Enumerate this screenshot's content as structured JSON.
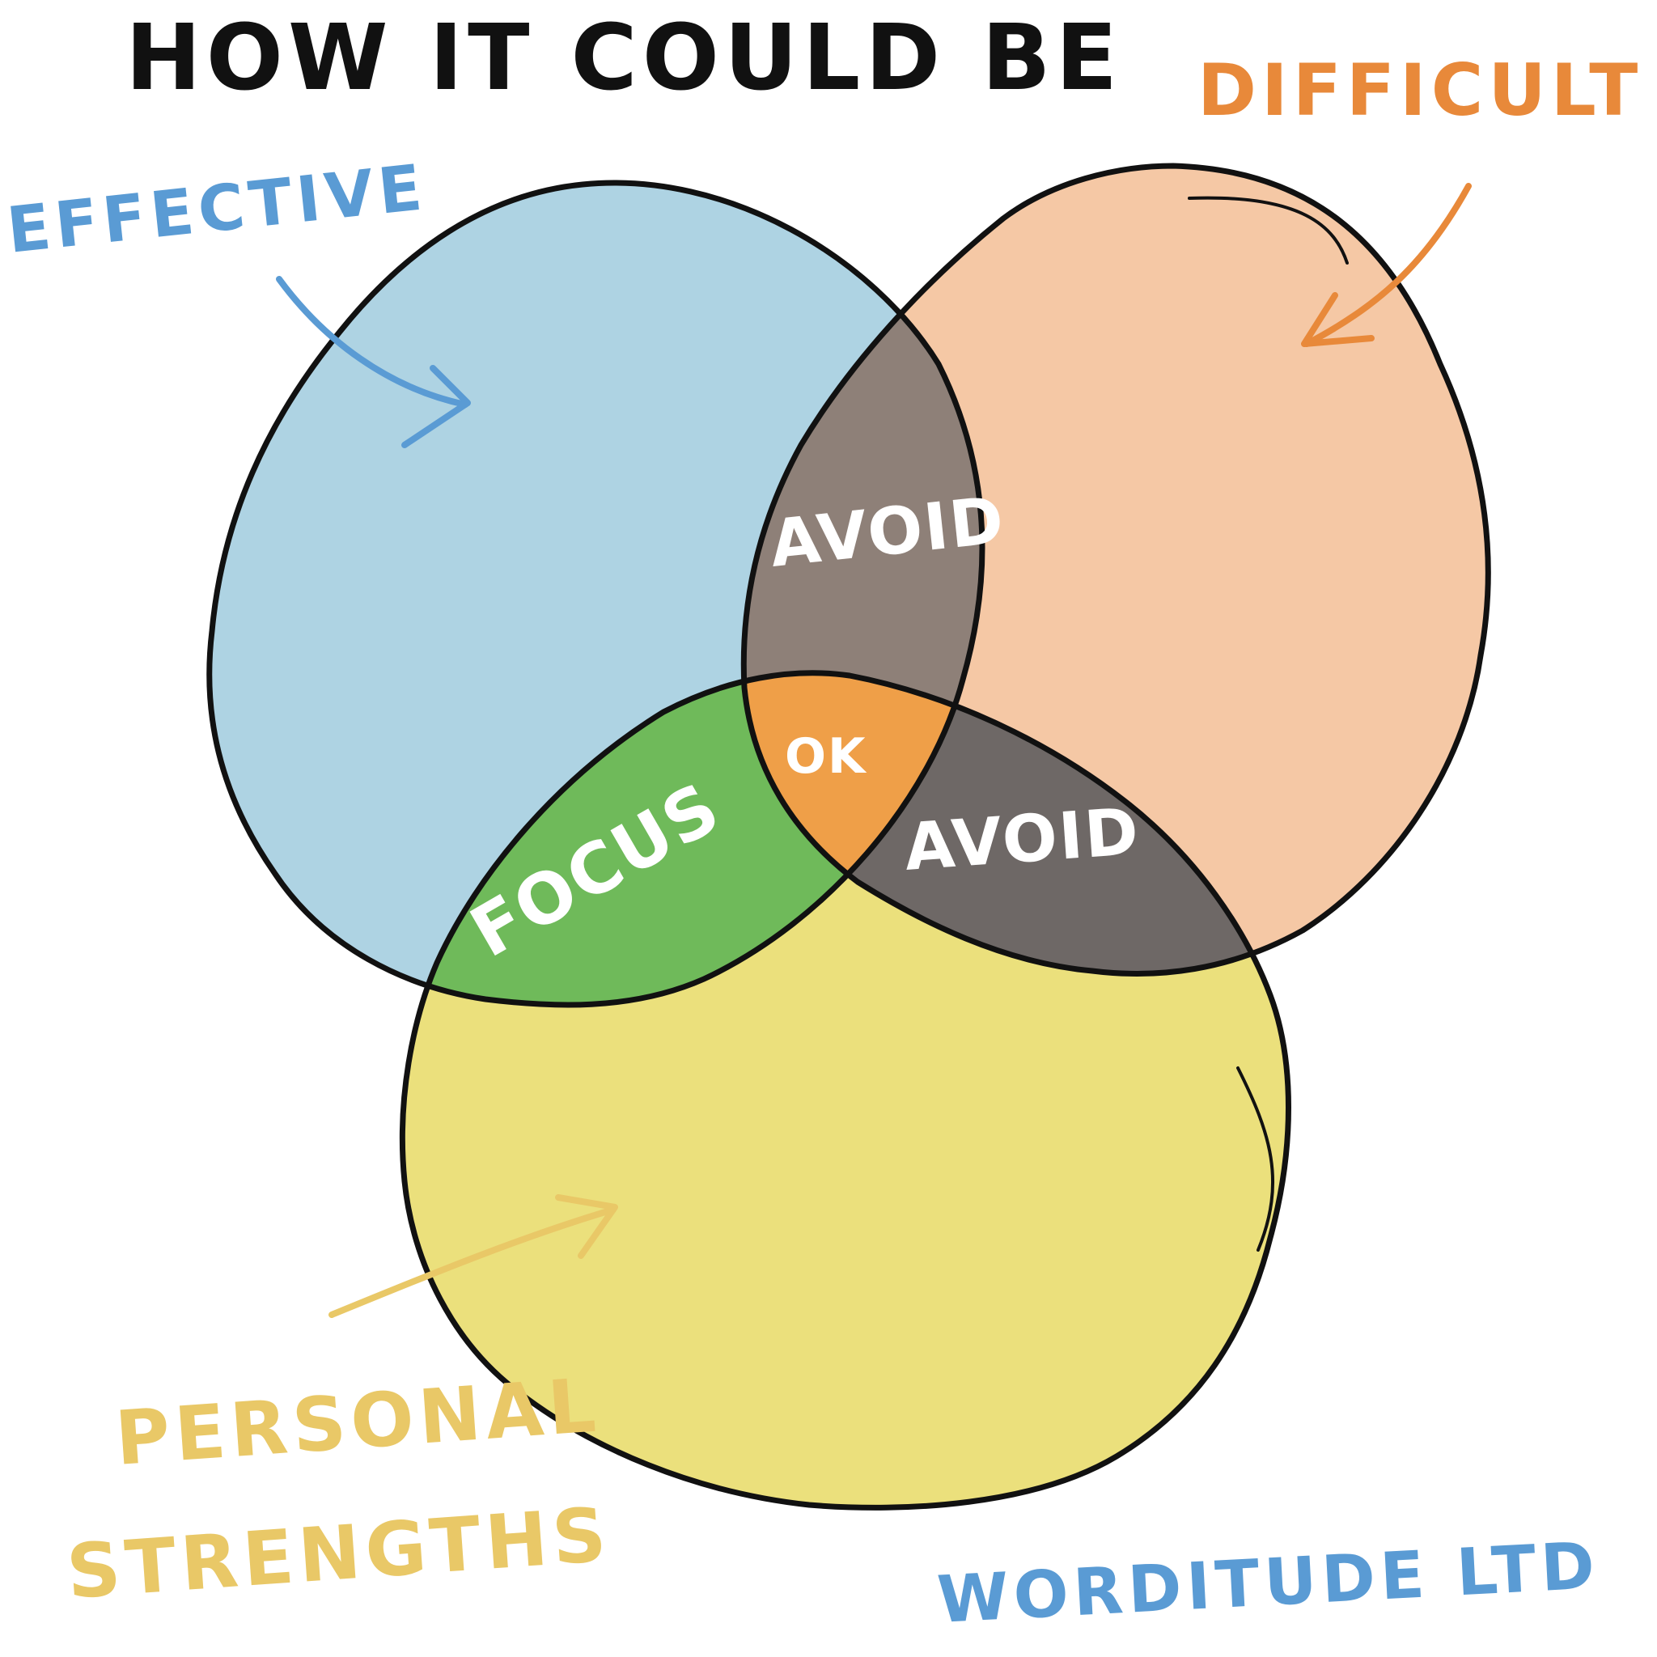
{
  "title": "HOW IT COULD BE",
  "sets": {
    "effective": {
      "label": "EFFECTIVE",
      "color": "#5a9bd4",
      "fill": "#aed3e3"
    },
    "difficult": {
      "label": "DIFFICULT",
      "color": "#e8893a",
      "fill": "#f5c8a5"
    },
    "personal_strengths": {
      "line1": "PERSONAL",
      "line2": "STRENGTHS",
      "color": "#e9c867",
      "fill": "#ebe07c"
    }
  },
  "regions": {
    "effective_difficult": {
      "label": "AVOID",
      "color": "#8e8078"
    },
    "difficult_strengths": {
      "label": "AVOID",
      "color": "#6e6866"
    },
    "effective_strengths": {
      "label": "FOCUS",
      "color": "#6fba5a"
    },
    "center": {
      "label": "OK",
      "color": "#ef9f48"
    }
  },
  "credit": {
    "text": "WORDITUDE LTD",
    "color": "#5a9bd4"
  }
}
